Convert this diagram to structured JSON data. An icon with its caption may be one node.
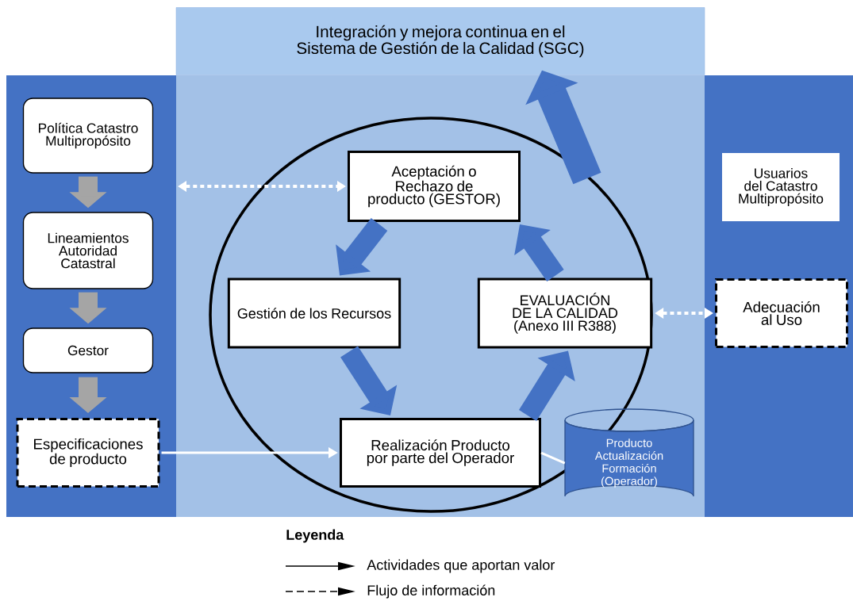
{
  "diagram": {
    "nodes": [
      {
        "text": [
          "Integración y mejora continua en el Sistema de Gestión de la Calidad (SGC)"
        ]
      },
      {
        "text": [
          "Política Catastro Multipropósito"
        ]
      },
      {
        "text": [
          "Lineamientos Autoridad Catastral"
        ]
      },
      {
        "text": [
          "Gestor"
        ]
      },
      {
        "text": [
          "Especificaciones de producto"
        ]
      },
      {
        "text": [
          "Aceptación o Rechazo de producto (GESTOR)"
        ]
      },
      {
        "text": [
          "Gestión de los Recursos"
        ]
      },
      {
        "text": [
          "EVALUACIÓN DE LA CALIDAD (Anexo III R388)"
        ]
      },
      {
        "text": [
          "Realización Producto por parte del Operador"
        ]
      },
      {
        "text": [
          "Producto Actualización Formación (Operador)"
        ]
      },
      {
        "text": [
          "Usuarios del Catastro Multipropósito"
        ]
      },
      {
        "text": [
          "Adecuación al Uso"
        ]
      }
    ],
    "edges": [
      {
        "from": 1,
        "to": 2,
        "arrow": "to",
        "color": "#a5a5a5"
      },
      {
        "from": 2,
        "to": 3,
        "arrow": "to",
        "color": "#a5a5a5"
      },
      {
        "from": 3,
        "to": 4,
        "arrow": "to",
        "color": "#a5a5a5"
      },
      {
        "from": null,
        "to": 5,
        "arrow": "both",
        "style": "dashed",
        "color": "#ffffff"
      },
      {
        "from": 4,
        "to": 8,
        "arrow": "to",
        "color": "#ffffff"
      },
      {
        "from": 5,
        "to": 6,
        "arrow": "to",
        "color": "#4472c4"
      },
      {
        "from": 6,
        "to": 8,
        "arrow": "to",
        "color": "#4472c4"
      },
      {
        "from": 8,
        "to": 7,
        "arrow": "to",
        "color": "#4472c4"
      },
      {
        "from": 7,
        "to": 5,
        "arrow": "to",
        "color": "#4472c4"
      },
      {
        "from": 8,
        "to": 9,
        "arrow": "none",
        "color": "#ffffff"
      },
      {
        "from": 7,
        "to": 11,
        "arrow": "both",
        "style": "dashed",
        "color": "#ffffff"
      },
      {
        "from": null,
        "to": 0,
        "arrow": "to",
        "color": "#4472c4"
      }
    ],
    "labels": [
      "Leyenda"
    ],
    "legend": [
      {
        "text": "Actividades que aportan valor"
      },
      {
        "text": "Flujo de información"
      }
    ]
  }
}
